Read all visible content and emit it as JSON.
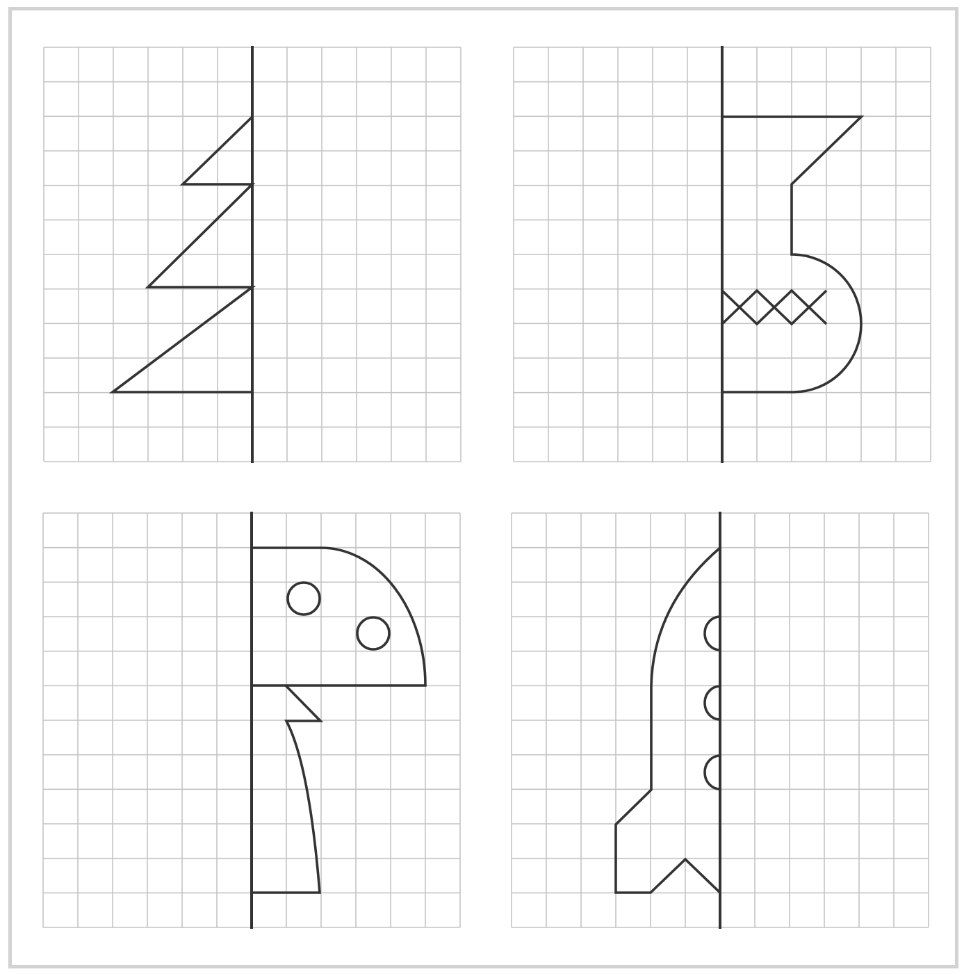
{
  "worksheet": {
    "task": "symmetry-drawing",
    "colors": {
      "grid": "#c4c4c4",
      "ink": "#333333",
      "frame": "#d2d2d2",
      "paper": "#ffffff"
    },
    "panels": [
      {
        "id": "panel-1",
        "grid_cells": "12x12",
        "half_shape_side": "left",
        "depicts": "fir-tree"
      },
      {
        "id": "panel-2",
        "grid_cells": "12x12",
        "half_shape_side": "right",
        "depicts": "vase"
      },
      {
        "id": "panel-3",
        "grid_cells": "12x12",
        "half_shape_side": "right",
        "depicts": "mushroom"
      },
      {
        "id": "panel-4",
        "grid_cells": "12x12",
        "half_shape_side": "left",
        "depicts": "rocket"
      }
    ]
  }
}
